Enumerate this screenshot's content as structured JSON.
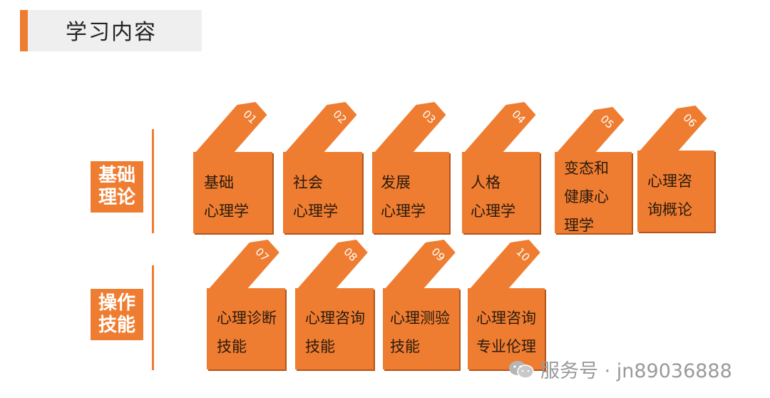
{
  "header": {
    "title": "学习内容"
  },
  "categories": [
    {
      "label": "基础理论"
    },
    {
      "label": "操作技能"
    }
  ],
  "cards": [
    {
      "num": "01",
      "lines": [
        "基础",
        "心理学"
      ]
    },
    {
      "num": "02",
      "lines": [
        "社会",
        "心理学"
      ]
    },
    {
      "num": "03",
      "lines": [
        "发展",
        "心理学"
      ]
    },
    {
      "num": "04",
      "lines": [
        "人格",
        "心理学"
      ]
    },
    {
      "num": "05",
      "lines": [
        "变态和",
        "健康心",
        "理学"
      ]
    },
    {
      "num": "06",
      "lines": [
        "心理咨",
        "询概论"
      ]
    },
    {
      "num": "07",
      "lines": [
        "心理诊断",
        "技能"
      ]
    },
    {
      "num": "08",
      "lines": [
        "心理咨询",
        "技能"
      ]
    },
    {
      "num": "09",
      "lines": [
        "心理测验",
        "技能"
      ]
    },
    {
      "num": "10",
      "lines": [
        "心理咨询",
        "专业伦理"
      ]
    }
  ],
  "watermark": {
    "text": "服务号 · jn89036888",
    "icon": "wechat-icon"
  },
  "colors": {
    "accent": "#ef7d31",
    "header_bg": "#efefef",
    "text_dark": "#2a1a0d"
  }
}
